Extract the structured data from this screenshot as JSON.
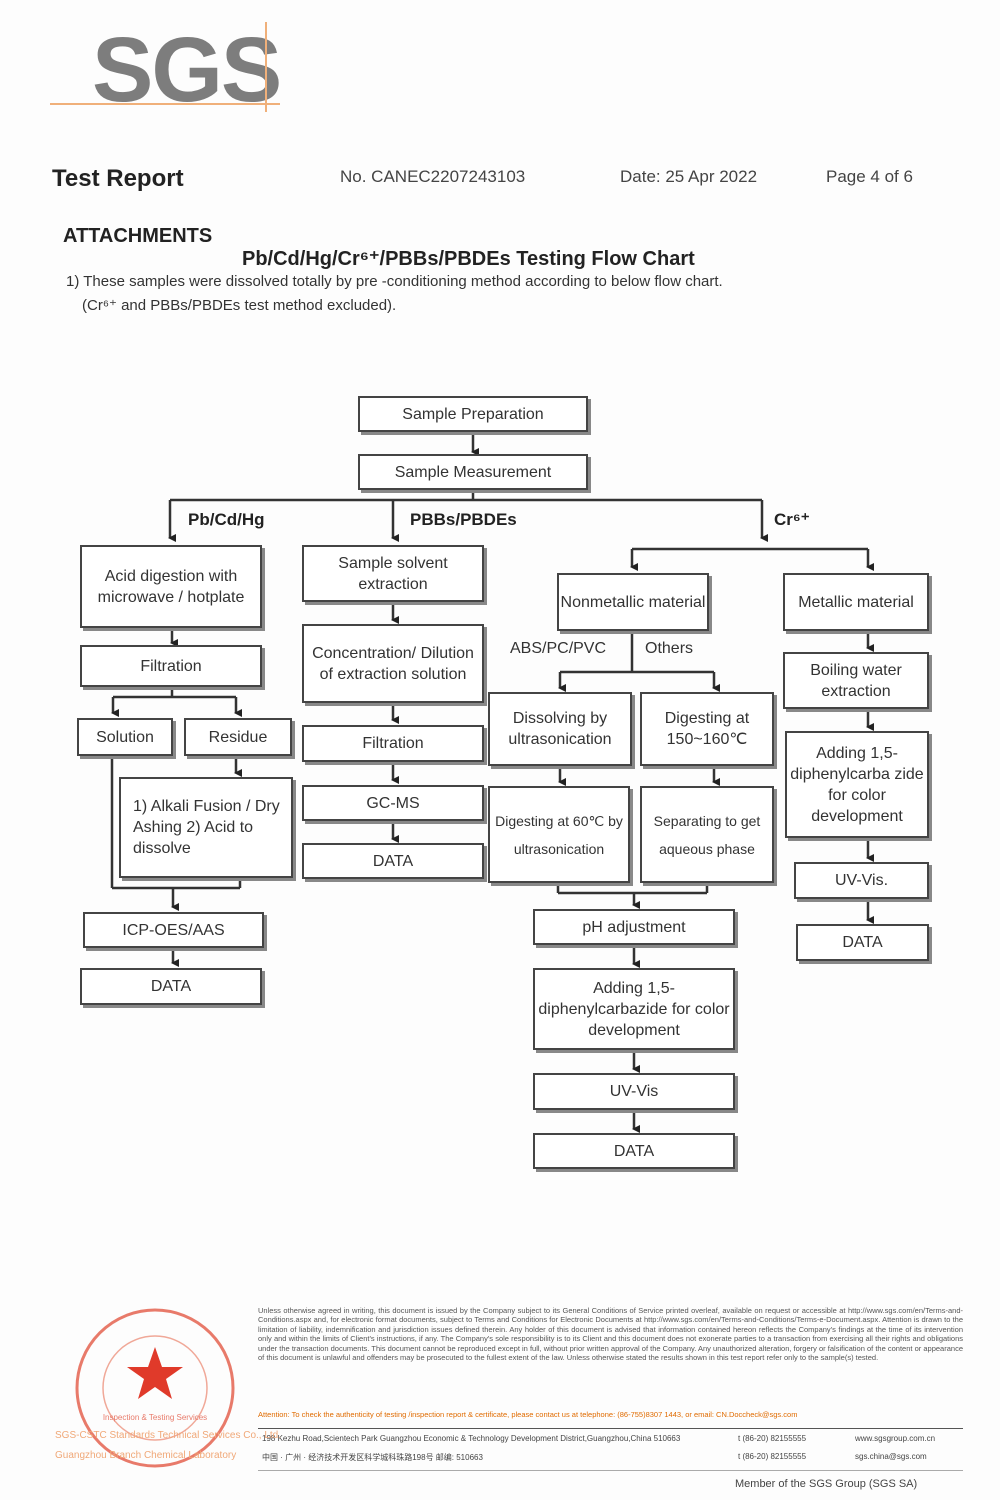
{
  "logo": {
    "text": "SGS"
  },
  "header": {
    "title": "Test Report",
    "number": "No. CANEC2207243103",
    "date": "Date: 25 Apr 2022",
    "page": "Page 4 of 6"
  },
  "attachments_label": "ATTACHMENTS",
  "flow_title": "Pb/Cd/Hg/Cr⁶⁺/PBBs/PBDEs Testing Flow Chart",
  "notes": {
    "line1": "1) These samples were dissolved totally by pre -conditioning method according to below flow chart.",
    "line2": "(Cr⁶⁺ and PBBs/PBDEs test method excluded)."
  },
  "flow": {
    "sample_preparation": "Sample Preparation",
    "sample_measurement": "Sample Measurement",
    "branch_pb": "Pb/Cd/Hg",
    "branch_pbb": "PBBs/PBDEs",
    "branch_cr": "Cr⁶⁺",
    "acid_digestion": "Acid digestion with microwave / hotplate",
    "filtration_1": "Filtration",
    "solution": "Solution",
    "residue": "Residue",
    "alkali": "1) Alkali Fusion / Dry Ashing 2) Acid to dissolve",
    "icp": "ICP-OES/AAS",
    "data_1": "DATA",
    "solvent_extraction": "Sample solvent extraction",
    "concentration": "Concentration/ Dilution of extraction solution",
    "filtration_2": "Filtration",
    "gcms": "GC-MS",
    "data_2": "DATA",
    "nonmetallic": "Nonmetallic material",
    "abs": "ABS/PC/PVC",
    "others": "Others",
    "dissolving": "Dissolving by ultrasonication",
    "digesting_150": "Digesting at 150~160℃",
    "digesting_60": "Digesting at 60℃ by ultrasonication",
    "separating": "Separating to get aqueous phase",
    "ph": "pH adjustment",
    "adding_1": "Adding 1,5-diphenylcarbazide for color development",
    "uvvis_1": "UV-Vis",
    "data_3": "DATA",
    "metallic": "Metallic material",
    "boiling": "Boiling water extraction",
    "adding_2": "Adding 1,5-diphenylcarba zide for color development",
    "uvvis_2": "UV-Vis.",
    "data_4": "DATA"
  },
  "footer": {
    "disclaimer": "Unless otherwise agreed in writing, this document is issued by the Company subject to its General Conditions of Service printed overleaf, available on request or accessible at http://www.sgs.com/en/Terms-and-Conditions.aspx and, for electronic format documents, subject to Terms and Conditions for Electronic Documents at http://www.sgs.com/en/Terms-and-Conditions/Terms-e-Document.aspx. Attention is drawn to the limitation of liability, indemnification and jurisdiction issues defined therein. Any holder of this document is advised that information contained hereon reflects the Company's findings at the time of its intervention only and within the limits of Client's instructions, if any. The Company's sole responsibility is to its Client and this document does not exonerate parties to a transaction from exercising all their rights and obligations under the transaction documents. This document cannot be reproduced except in full, without prior written approval of the Company. Any unauthorized alteration, forgery or falsification of the content or appearance of this document is unlawful and offenders may be prosecuted to the fullest extent of the law. Unless otherwise stated the results shown in this test report refer only to the sample(s) tested.",
    "attention": "Attention: To check the authenticity of testing /inspection report & certificate, please contact us at telephone: (86-755)8307 1443, or email: CN.Doccheck@sgs.com",
    "address_en": "198 Kezhu Road,Scientech Park Guangzhou Economic & Technology Development District,Guangzhou,China 510663",
    "address_cn": "中国 · 广州 · 经济技术开发区科学城科珠路198号 邮编: 510663",
    "tel_1": "t (86-20) 82155555",
    "tel_2": "t (86-20) 82155555",
    "web": "www.sgsgroup.com.cn",
    "email": "sgs.china@sgs.com",
    "company_1": "SGS-CSTC Standards Technical Services Co., Ltd.",
    "company_2": "Guangzhou Branch Chemical Laboratory",
    "seal_label": "Inspection & Testing Services",
    "member": "Member of the SGS Group (SGS SA)"
  }
}
